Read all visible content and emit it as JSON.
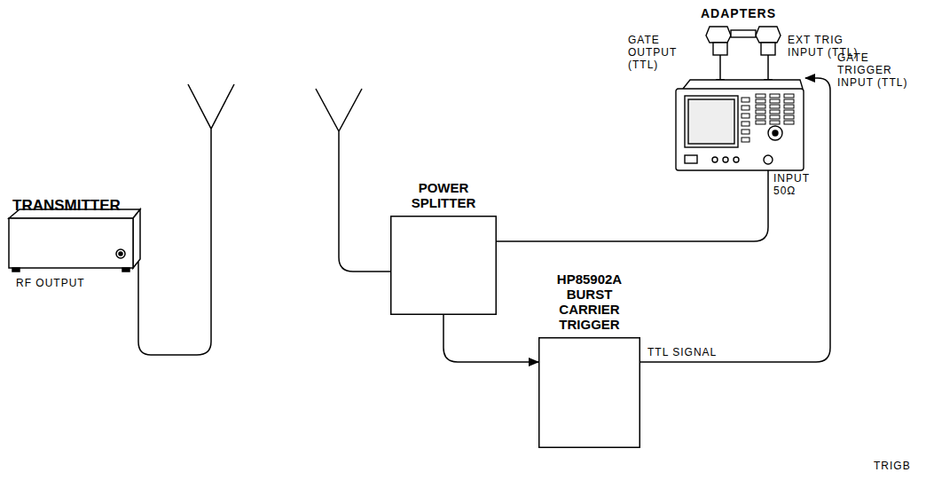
{
  "diagram": {
    "nodes": [
      {
        "text": [
          "TRANSMITTER",
          "RF OUTPUT"
        ]
      },
      {
        "text": [
          "POWER SPLITTER"
        ]
      },
      {
        "text": [
          "HP85902A BURST CARRIER TRIGGER"
        ]
      }
    ],
    "edges": [
      {
        "from": 1,
        "to": 2,
        "arrow": "to"
      }
    ],
    "labels": [
      "ADAPTERS",
      "GATE OUTPUT (TTL)",
      "EXT TRIG INPUT (TTL)",
      "GATE TRIGGER INPUT (TTL)",
      "INPUT 50Ω",
      "TTL SIGNAL",
      "TRIGB"
    ]
  }
}
